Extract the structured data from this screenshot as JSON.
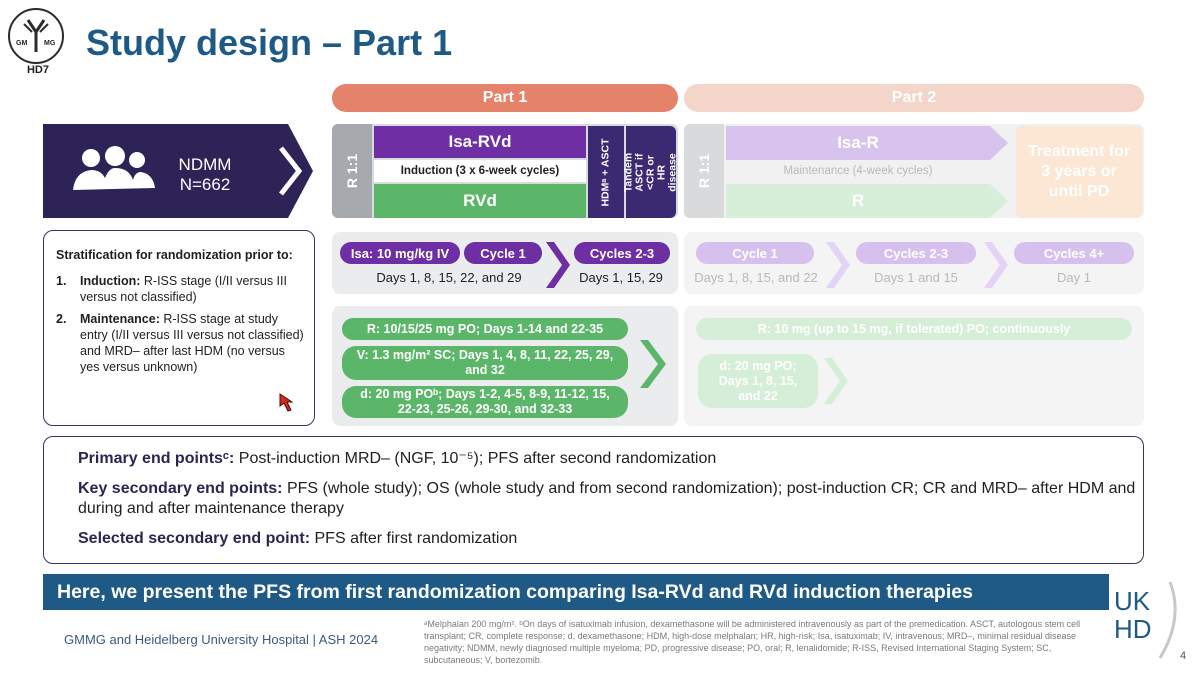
{
  "header": {
    "logo_label": "HD7",
    "logo_left": "GM",
    "logo_right": "MG",
    "title": "Study design – Part 1"
  },
  "parts": {
    "part1": "Part 1",
    "part2": "Part 2"
  },
  "ndmm": {
    "line1": "NDMM",
    "line2": "N=662"
  },
  "stratification": {
    "heading": "Stratification for randomization prior to:",
    "items": [
      {
        "num": "1.",
        "label": "Induction:",
        "text": " R-ISS stage (I/II versus III versus not classified)"
      },
      {
        "num": "2.",
        "label": "Maintenance:",
        "text": " R-ISS stage at study entry (I/II versus III versus not classified) and MRD– after last HDM (no versus yes versus unknown)"
      }
    ]
  },
  "part1_design": {
    "rand": "R 1:1",
    "arm_a": "Isa-RVd",
    "induction": "Induction (3 x 6-week cycles)",
    "arm_b": "RVd",
    "hdm": "HDMᵃ + ASCT",
    "tandem": "Tandem ASCT if <CR or HR disease"
  },
  "part2_design": {
    "rand": "R 1:1",
    "arm_a": "Isa-R",
    "maintenance": "Maintenance (4-week cycles)",
    "arm_b": "R",
    "treatment": "Treatment for 3 years or until PD"
  },
  "part1_schedule": {
    "isa_dose": "Isa: 10 mg/kg IV",
    "cycle1": "Cycle 1",
    "cycle1_days": "Days 1, 8, 15, 22, and 29",
    "cycles23": "Cycles 2-3",
    "cycles23_days": "Days 1, 15, 29"
  },
  "part2_schedule": {
    "cycle1": "Cycle 1",
    "cycle1_days": "Days 1, 8, 15, and 22",
    "cycles23": "Cycles 2-3",
    "cycles23_days": "Days 1 and 15",
    "cycles4": "Cycles 4+",
    "cycles4_days": "Day 1"
  },
  "part1_drugs": {
    "r": "R: 10/15/25 mg PO; Days 1-14 and 22-35",
    "v": "V: 1.3 mg/m² SC; Days 1, 4, 8, 11, 22, 25, 29, and 32",
    "d": "d: 20 mg POᵇ; Days 1-2, 4-5, 8-9, 11-12, 15, 22-23, 25-26, 29-30, and 32-33"
  },
  "part2_drugs": {
    "r": "R: 10 mg (up to 15 mg, if tolerated) PO; continuously",
    "d": "d: 20 mg PO; Days 1, 8, 15, and 22"
  },
  "endpoints": {
    "primary_label": "Primary end pointsᶜ:",
    "primary_text": " Post-induction MRD– (NGF, 10⁻⁵); PFS after second randomization",
    "key_label": "Key secondary end points:",
    "key_text": " PFS (whole study); OS (whole study and from second randomization); post-induction CR; CR and MRD– after HDM and during and after maintenance therapy",
    "selected_label": "Selected secondary end point:",
    "selected_text": " PFS after first randomization"
  },
  "banner": "Here, we present the PFS from first randomization comparing Isa-RVd and RVd induction therapies",
  "footer": {
    "left": "GMMG and Heidelberg University Hospital | ASH 2024",
    "footnotes": "ᵃMelphalan 200 mg/m². ᵇOn days of isatuximab infusion, dexamethasone will be administered intravenously as part of the premedication. ASCT, autologous stem cell transplant; CR, complete response; d, dexamethasone; HDM, high-dose melphalan; HR, high-risk; Isa, isatuximab; IV, intravenous; MRD–, minimal residual disease negativity; NDMM, newly diagnosed multiple myeloma; PD, progressive disease; PO, oral; R, lenalidomide; R-ISS, Revised International Staging System; SC, subcutaneous; V, bortezomib.",
    "logo_top": "UK",
    "logo_bottom": "HD",
    "page": "4"
  },
  "colors": {
    "title": "#1f5a87",
    "part1": "#e5826a",
    "part2": "#f4d5c9",
    "isa": "#6d2fa3",
    "rvd": "#5bb66a",
    "ndmm": "#2e2357"
  }
}
